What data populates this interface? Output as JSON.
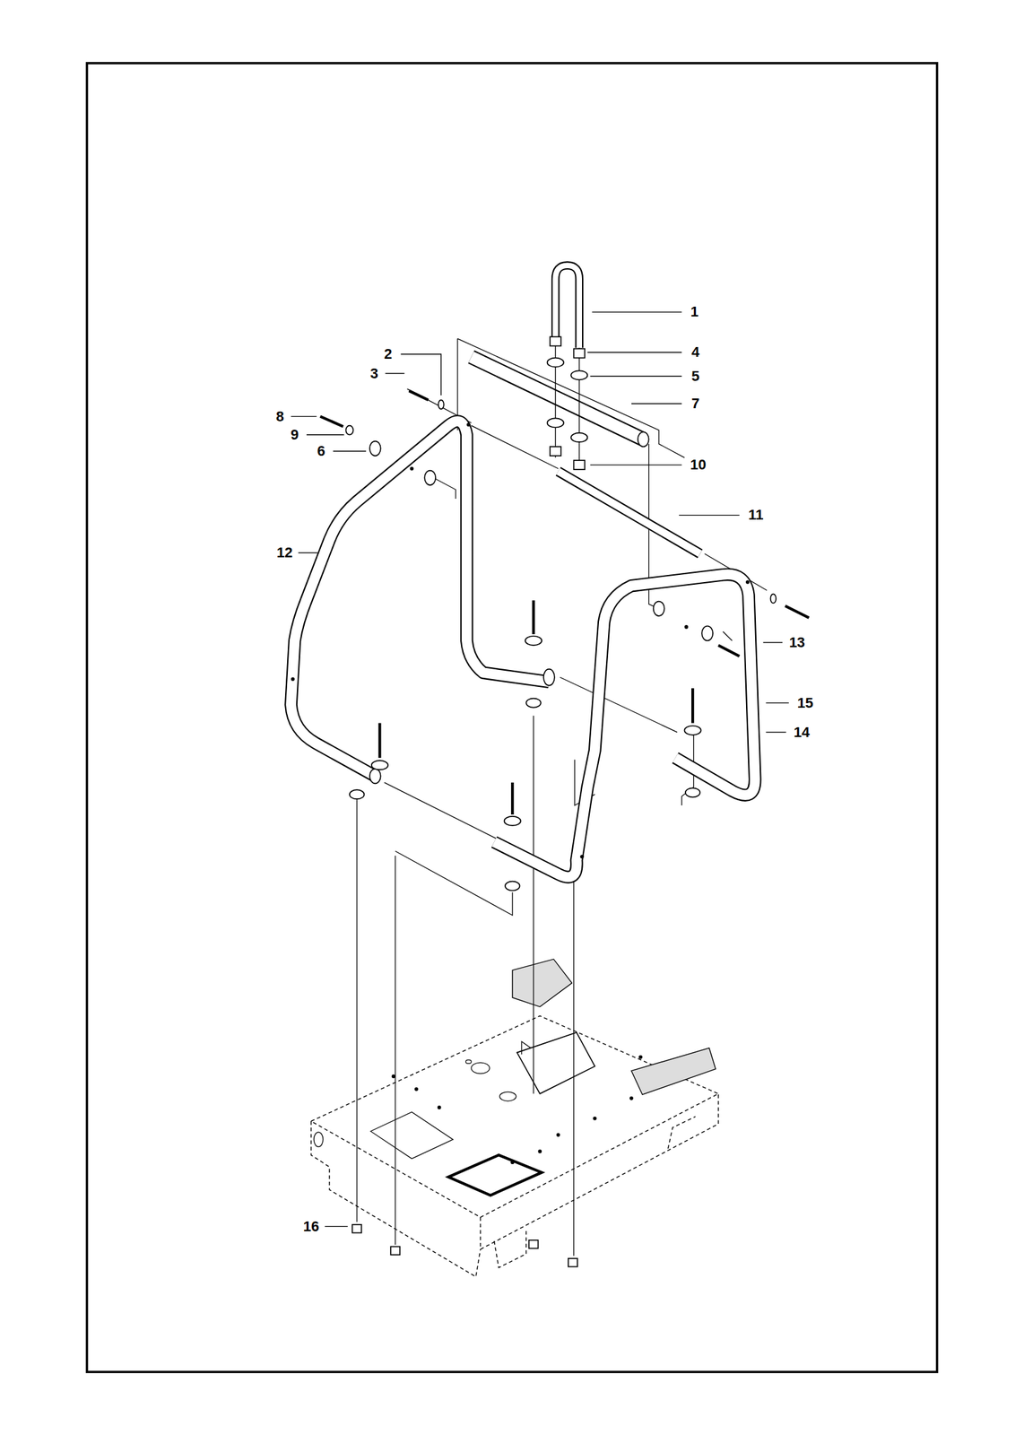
{
  "diagram": {
    "labels": [
      "1",
      "4",
      "2",
      "3",
      "5",
      "7",
      "8",
      "9",
      "6",
      "10",
      "11",
      "12",
      "13",
      "15",
      "14",
      "16"
    ]
  }
}
